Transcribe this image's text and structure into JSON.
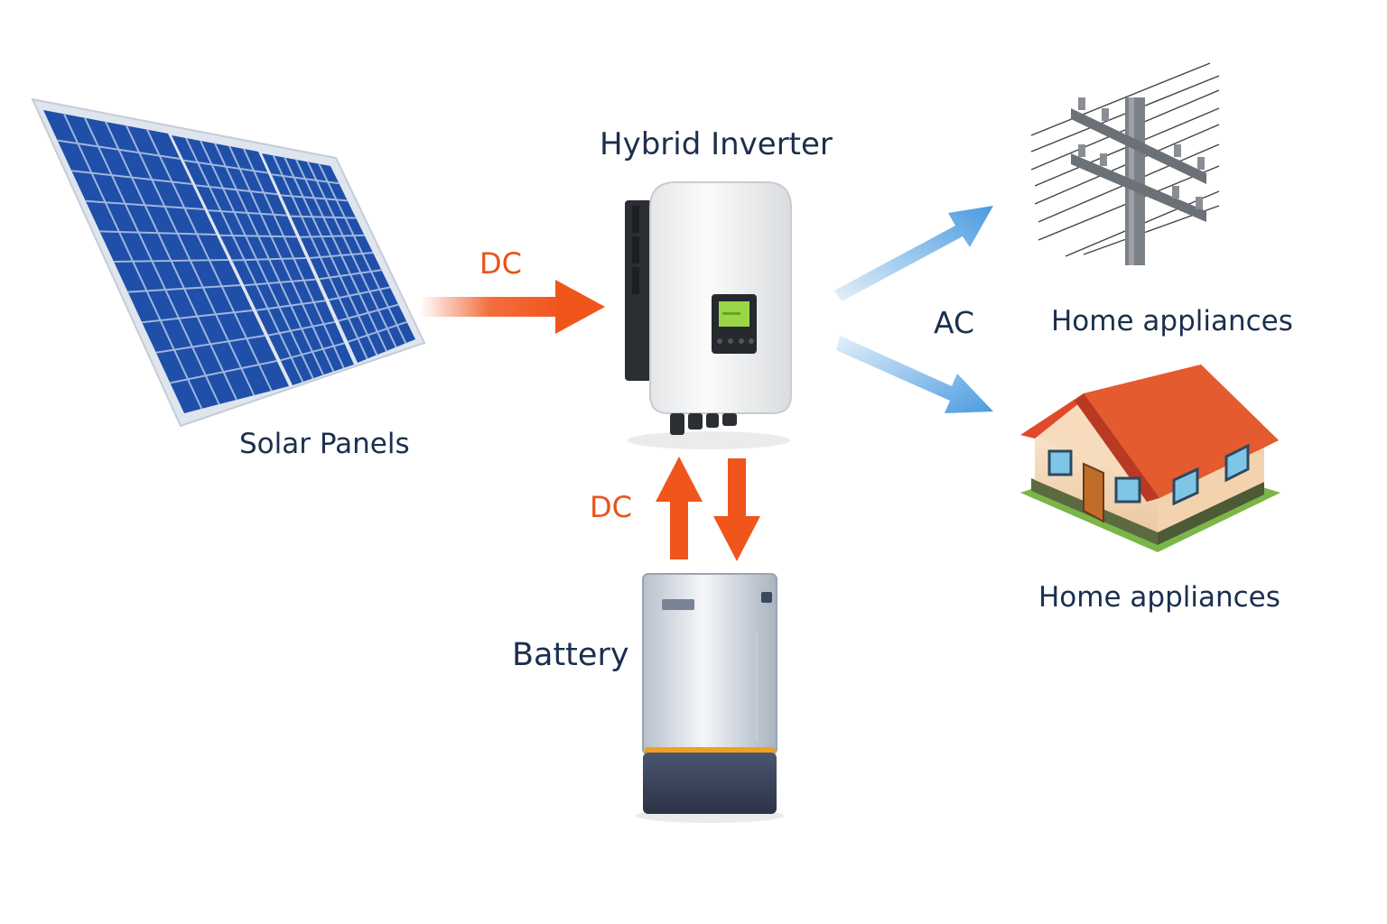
{
  "diagram": {
    "nodes": {
      "solar_panels": {
        "label": "Solar Panels",
        "icon": "solar-panel-icon"
      },
      "hybrid_inverter": {
        "label": "Hybrid Inverter",
        "icon": "inverter-icon"
      },
      "battery": {
        "label": "Battery",
        "icon": "battery-icon"
      },
      "grid": {
        "label": "Home appliances",
        "icon": "utility-pole-icon"
      },
      "home": {
        "label": "Home appliances",
        "icon": "house-icon"
      }
    },
    "edges": {
      "solar_to_inverter": {
        "label": "DC",
        "from": "solar_panels",
        "to": "hybrid_inverter"
      },
      "inverter_battery": {
        "label": "DC",
        "from": "hybrid_inverter",
        "to": "battery",
        "bidirectional": true
      },
      "inverter_outputs": {
        "label": "AC",
        "from": "hybrid_inverter",
        "to": [
          "grid",
          "home"
        ]
      }
    }
  },
  "colors": {
    "dc_arrow": "#f0551c",
    "ac_arrow": "#4a9be0",
    "label_text": "#1b2f4e",
    "panel_cell": "#1f4fa8",
    "roof": "#e04a2a"
  }
}
